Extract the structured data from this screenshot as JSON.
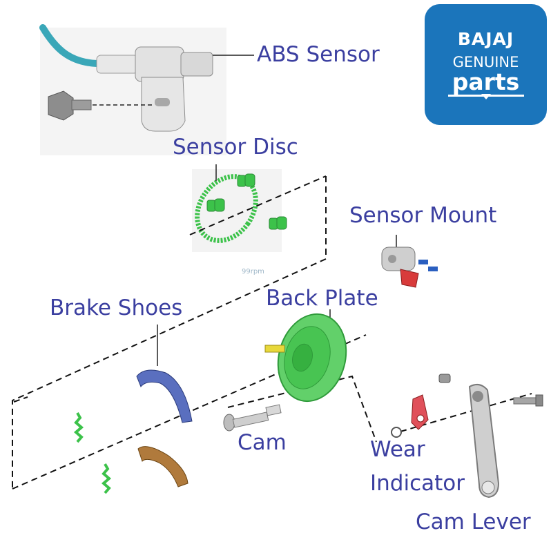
{
  "labels": {
    "abs_sensor": "ABS Sensor",
    "sensor_disc": "Sensor Disc",
    "sensor_mount": "Sensor Mount",
    "back_plate": "Back Plate",
    "brake_shoes": "Brake Shoes",
    "cam": "Cam",
    "wear_line1": "Wear",
    "wear_line2": "Indicator",
    "cam_lever": "Cam Lever"
  },
  "logo": {
    "brand": "BAJAJ",
    "line1": "GENUINE",
    "line2": "parts"
  },
  "watermark": "99rpm",
  "colors": {
    "label": "#3b3fa0",
    "logo_bg": "#1b75bb",
    "part_green": "#3cc24a",
    "shoe_blue": "#5a6fbf",
    "shoe_brown": "#b07a3c",
    "metal": "#c8c8c8",
    "wear_red": "#e0505a",
    "cable": "#3aa7b8",
    "bolt_blue": "#2a5fc0"
  }
}
